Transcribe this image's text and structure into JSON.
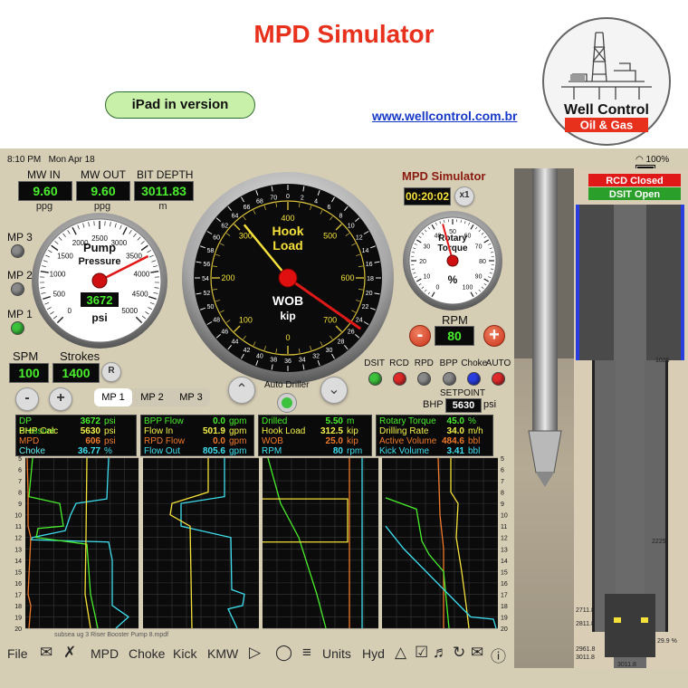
{
  "promo": {
    "title": "MPD Simulator",
    "ipad_label": "iPad in version",
    "website": "www.wellcontrol.com.br",
    "logo_line1": "Well Control",
    "logo_line2": "Oil & Gas"
  },
  "status_bar": {
    "time": "8:10 PM",
    "date": "Mon Apr 18",
    "battery": "100%"
  },
  "readouts": {
    "mw_in": {
      "label": "MW IN",
      "value": "9.60",
      "unit": "ppg"
    },
    "mw_out": {
      "label": "MW OUT",
      "value": "9.60",
      "unit": "ppg"
    },
    "bit_depth": {
      "label": "BIT DEPTH",
      "value": "3011.83",
      "unit": "m"
    }
  },
  "pump_selectors": {
    "mp3": "MP 3",
    "mp2": "MP 2",
    "mp1": "MP 1"
  },
  "pump_gauge": {
    "title": "Pump",
    "subtitle": "Pressure",
    "value": "3672",
    "unit": "psi",
    "ticks": [
      "0",
      "500",
      "1000",
      "1500",
      "2000",
      "2500",
      "3000",
      "3500",
      "4000",
      "4500",
      "5000"
    ]
  },
  "spm": {
    "label": "SPM",
    "value": "100"
  },
  "strokes": {
    "label": "Strokes",
    "value": "1400",
    "reset": "R"
  },
  "minus": "-",
  "plus": "+",
  "pump_tabs": [
    "MP 1",
    "MP 2",
    "MP 3"
  ],
  "hook_gauge": {
    "title_line1": "Hook",
    "title_line2": "Load",
    "bottom_line1": "WOB",
    "bottom_line2": "kip",
    "inner_ticks": [
      "0",
      "100",
      "200",
      "300",
      "400",
      "500",
      "600",
      "700"
    ],
    "outer_ticks": [
      "0",
      "2",
      "4",
      "6",
      "8",
      "10",
      "12",
      "14",
      "16",
      "18",
      "20",
      "22",
      "24",
      "26",
      "28",
      "30",
      "32",
      "34",
      "36",
      "38",
      "40",
      "42",
      "44",
      "46",
      "48",
      "50",
      "52",
      "54",
      "56",
      "58",
      "60",
      "62",
      "64",
      "66",
      "68",
      "70"
    ]
  },
  "auto_driller": "Auto Driller",
  "simulator": {
    "title": "MPD Simulator",
    "clock": "00:20:02",
    "speed": "x1"
  },
  "torque_gauge": {
    "title_line1": "Rotary",
    "title_line2": "Torque",
    "unit": "%",
    "ticks": [
      "0",
      "10",
      "20",
      "30",
      "40",
      "50",
      "60",
      "70",
      "80",
      "90",
      "100"
    ]
  },
  "rpm": {
    "label": "RPM",
    "value": "80"
  },
  "status_leds": [
    {
      "label": "DSIT",
      "color": "#3cc23c"
    },
    {
      "label": "RCD",
      "color": "#e02a2a"
    },
    {
      "label": "RPD",
      "color": "#8a8a8a"
    },
    {
      "label": "BPP",
      "color": "#8a8a8a"
    },
    {
      "label": "Choke",
      "color": "#2a3ee0"
    },
    {
      "label": "AUTO",
      "color": "#e02a2a"
    }
  ],
  "setpoint": {
    "label": "SETPOINT",
    "name": "BHP",
    "value": "5630",
    "unit": "psi"
  },
  "panels": [
    {
      "rows": [
        {
          "name": "DP Pressure",
          "value": "3672",
          "unit": "psi",
          "color": "#49ef2c"
        },
        {
          "name": "BHP Calc",
          "value": "5630",
          "unit": "psi",
          "color": "#f5f24a"
        },
        {
          "name": "MPD Choke",
          "value": "606",
          "unit": "psi",
          "color": "#f07a2a"
        },
        {
          "name": "Choke Open",
          "value": "36.77",
          "unit": "%",
          "color": "#3ee0f0"
        }
      ]
    },
    {
      "rows": [
        {
          "name": "BPP Flow",
          "value": "0.0",
          "unit": "gpm",
          "color": "#49ef2c"
        },
        {
          "name": "Flow In",
          "value": "501.9",
          "unit": "gpm",
          "color": "#f5f24a"
        },
        {
          "name": "RPD Flow",
          "value": "0.0",
          "unit": "gpm",
          "color": "#f07a2a"
        },
        {
          "name": "Flow Out",
          "value": "805.6",
          "unit": "gpm",
          "color": "#3ee0f0"
        }
      ]
    },
    {
      "rows": [
        {
          "name": "Drilled",
          "value": "5.50",
          "unit": "m",
          "color": "#49ef2c"
        },
        {
          "name": "Hook Load",
          "value": "312.5",
          "unit": "kip",
          "color": "#f5f24a"
        },
        {
          "name": "WOB",
          "value": "25.0",
          "unit": "kip",
          "color": "#f07a2a"
        },
        {
          "name": "RPM",
          "value": "80",
          "unit": "rpm",
          "color": "#3ee0f0"
        }
      ]
    },
    {
      "rows": [
        {
          "name": "Rotary Torque",
          "value": "45.0",
          "unit": "%",
          "color": "#49ef2c"
        },
        {
          "name": "Drilling Rate",
          "value": "34.0",
          "unit": "m/h",
          "color": "#f5f24a"
        },
        {
          "name": "Active Volume",
          "value": "484.6",
          "unit": "bbl",
          "color": "#f07a2a"
        },
        {
          "name": "Kick Volume",
          "value": "3.41",
          "unit": "bbl",
          "color": "#3ee0f0"
        }
      ]
    }
  ],
  "chart_axis": [
    "5",
    "6",
    "7",
    "8",
    "9",
    "10",
    "11",
    "12",
    "13",
    "14",
    "15",
    "16",
    "17",
    "18",
    "19",
    "20"
  ],
  "filename": "subsea ug 3 Riser Booster Pump 8.mpdf",
  "toolbar": {
    "file": "File",
    "mpd": "MPD",
    "choke": "Choke",
    "kick": "Kick",
    "kmw": "KMW",
    "units": "Units",
    "hyd": "Hyd"
  },
  "well": {
    "rcd_status": "RCD Closed",
    "dsit_status": "DSIT Open",
    "depths": [
      "1025",
      "2225",
      "2711.8",
      "2811.8",
      "2961.8",
      "3011.8"
    ],
    "bottom_depth": "3011.8",
    "percent": "29.9 %"
  }
}
